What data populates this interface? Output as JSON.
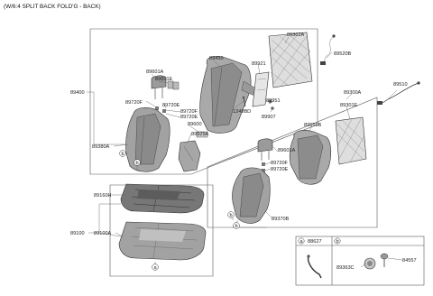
{
  "header": "(W/6:4 SPLIT BACK FOLD'G - BACK)",
  "labels": {
    "p89302A": "89302A",
    "p89520B": "89520B",
    "p89450": "89450",
    "p89921": "89921",
    "p89601A_l": "89601A",
    "p89601E_l": "89601E",
    "p89400": "89400",
    "p89720F_a": "89720F",
    "p89720E_a": "89720E",
    "p89720F_b": "89720F",
    "p89720E_b": "89720E",
    "p89600": "89600",
    "p1249BD": "1249BD",
    "p89951": "89951",
    "p89907": "89907",
    "p89925A": "89925A",
    "p89380A": "89380A",
    "p89300A": "89300A",
    "p89301E": "89301E",
    "p89510": "89510",
    "p89550B": "89550B",
    "p89601A_r": "89601A",
    "p89720F_r": "89720F",
    "p89720E_r": "89720E",
    "p89370B": "89370B",
    "p89160H": "89160H",
    "p89100": "89100",
    "p89100A": "89100A",
    "p88627": "88627",
    "p89363C": "89363C",
    "p84557": "84557"
  },
  "callouts": {
    "a": "a",
    "b": "b"
  }
}
